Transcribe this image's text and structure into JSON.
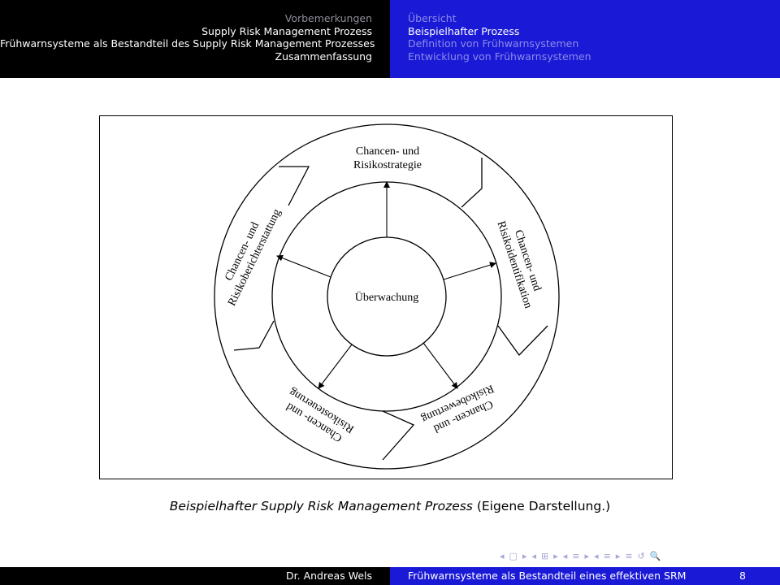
{
  "header": {
    "sections_left": [
      {
        "label": "Vorbemerkungen",
        "active": false
      },
      {
        "label": "Supply Risk Management Prozess",
        "active": true
      },
      {
        "label": "Frühwarnsysteme als Bestandteil des Supply Risk Management Prozesses",
        "active": true
      },
      {
        "label": "Zusammenfassung",
        "active": true
      }
    ],
    "sections_right": [
      {
        "label": "Übersicht",
        "active": false
      },
      {
        "label": "Beispielhafter Prozess",
        "active": true
      },
      {
        "label": "Definition von Frühwarnsystemen",
        "active": false
      },
      {
        "label": "Entwicklung von Frühwarnsystemen",
        "active": false
      }
    ]
  },
  "diagram": {
    "center_label": "Überwachung",
    "top_line1": "Chancen- und",
    "top_line2": "Risikostrategie",
    "left_line1": "Chancen- und",
    "left_line2": "Risikoberichterstattung",
    "right_line1": "Chancen- und",
    "right_line2": "Risikoidentifikation",
    "bottom_left_line1": "Chancen- und",
    "bottom_left_line2": "Risikosteuerung",
    "bottom_right_line1": "Chancen- und",
    "bottom_right_line2": "Risikobewertung"
  },
  "caption": {
    "italic": "Beispielhafter Supply Risk Management Prozess",
    "normal": " (Eigene Darstellung.)"
  },
  "nav_symbols": [
    "◂",
    "▢",
    "▸",
    "◂",
    "⊞",
    "▸",
    "◂",
    "≡",
    "▸",
    "◂",
    "≡",
    "▸",
    "≡",
    "↺",
    "🔍"
  ],
  "footer": {
    "author": "Dr. Andreas Wels",
    "title": "Frühwarnsysteme als Bestandteil eines effektiven SRM",
    "page": "8"
  }
}
